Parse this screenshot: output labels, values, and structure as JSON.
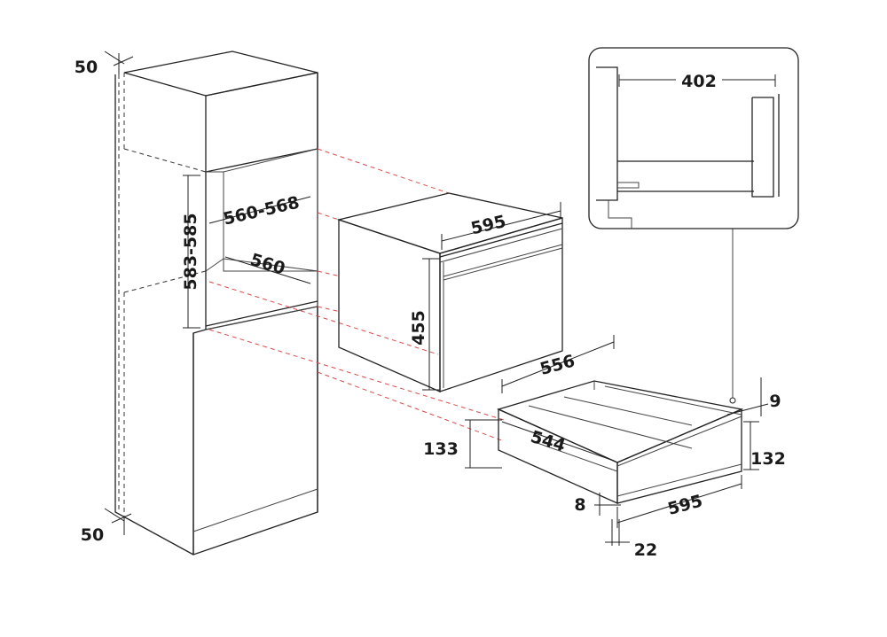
{
  "labels": {
    "top_gap": "50",
    "bottom_gap": "50",
    "niche_width": "560-568",
    "niche_height": "583-585",
    "niche_depth": "560",
    "oven_width": "595",
    "oven_height": "455",
    "drawer_depth": "556",
    "drawer_inner_depth": "544",
    "drawer_niche_height": "133",
    "drawer_height": "132",
    "drawer_width": "595",
    "top_gap_small": "9",
    "bottom_gap_small": "8",
    "front_depth": "22",
    "detail_width": "402"
  },
  "colors": {
    "line": "#222222",
    "guide_dash": "#d94a4a",
    "niche_back": "#bdbdbd",
    "niche_floor": "#d4d4d4"
  }
}
